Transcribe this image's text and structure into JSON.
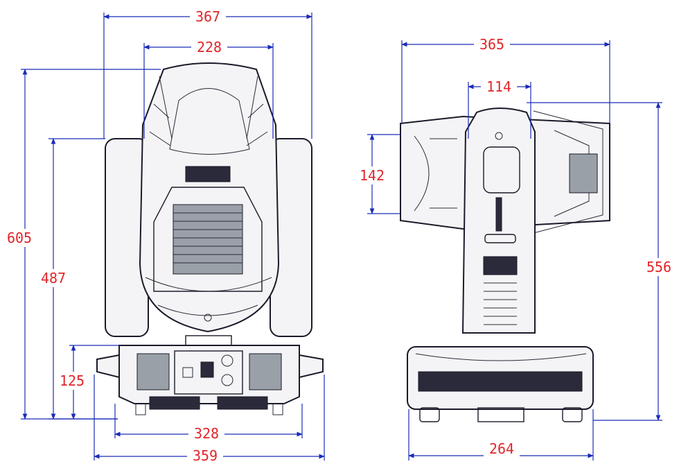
{
  "dimensions": {
    "front_total_width": "367",
    "front_inner_width": "228",
    "front_total_height": "605",
    "front_arm_height": "487",
    "front_base_height": "125",
    "front_base_inner_width": "328",
    "front_base_total_width": "359",
    "side_total_width": "365",
    "side_yoke_width": "114",
    "side_head_height": "142",
    "side_total_height": "556",
    "side_base_width": "264"
  },
  "colors": {
    "dimension_line": "#1b2bb8",
    "dimension_text": "#e0262a",
    "outline": "#1a1a2a"
  }
}
